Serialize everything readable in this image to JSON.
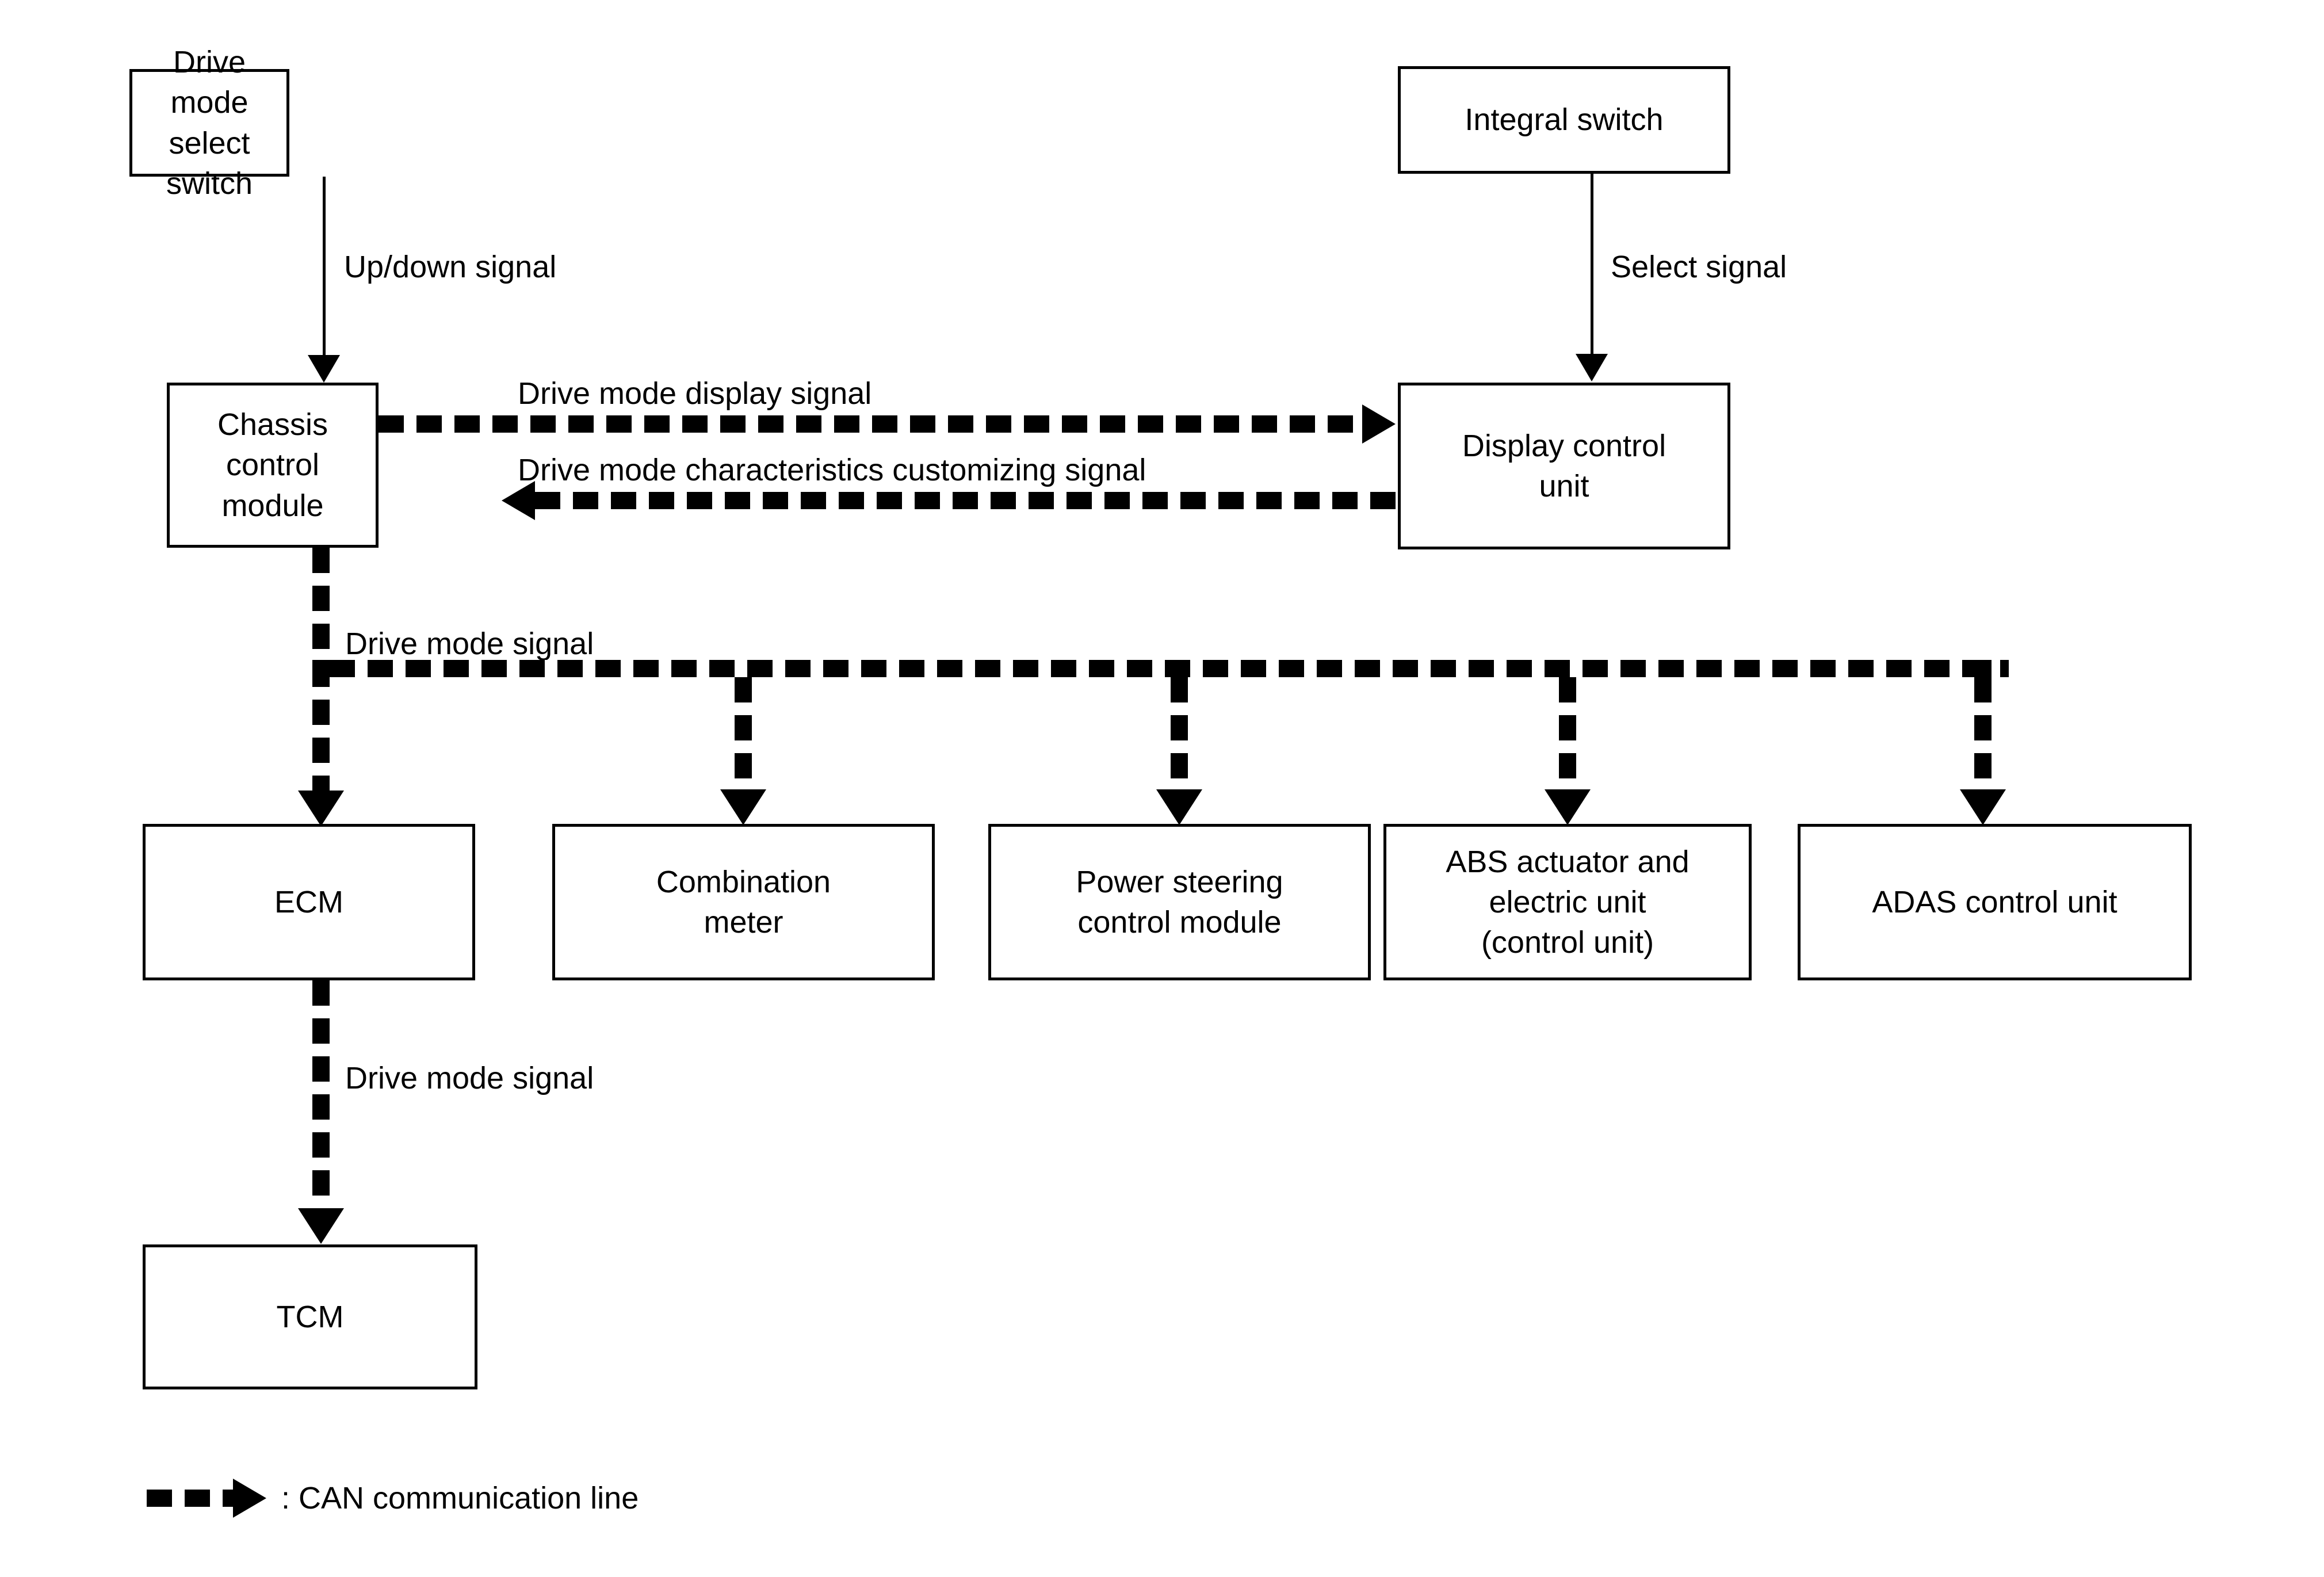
{
  "diagram": {
    "type": "block-diagram",
    "title": "Drive mode system CAN communication block diagram",
    "nodes": [
      {
        "id": "drive-mode-select-switch",
        "label": "Drive mode\nselect switch"
      },
      {
        "id": "integral-switch",
        "label": "Integral switch"
      },
      {
        "id": "chassis-control-module",
        "label": "Chassis control\nmodule"
      },
      {
        "id": "display-control-unit",
        "label": "Display control\nunit"
      },
      {
        "id": "ecm",
        "label": "ECM"
      },
      {
        "id": "combination-meter",
        "label": "Combination\nmeter"
      },
      {
        "id": "power-steering-control-module",
        "label": "Power steering\ncontrol module"
      },
      {
        "id": "abs-actuator-and-electric-unit",
        "label": "ABS actuator and\nelectric unit\n(control unit)"
      },
      {
        "id": "adas-control-unit",
        "label": "ADAS control unit"
      },
      {
        "id": "tcm",
        "label": "TCM"
      }
    ],
    "signals": {
      "up_down": "Up/down signal",
      "select": "Select signal",
      "drive_mode_display": "Drive mode display signal",
      "drive_mode_characteristics": "Drive mode characteristics customizing signal",
      "drive_mode_bus": "Drive mode signal",
      "drive_mode_tcm": "Drive mode signal"
    },
    "legend": {
      "text": ": CAN communication line",
      "line_style": "dashed-thick-arrow"
    },
    "colors": {
      "stroke": "#000000",
      "background": "#ffffff"
    }
  }
}
